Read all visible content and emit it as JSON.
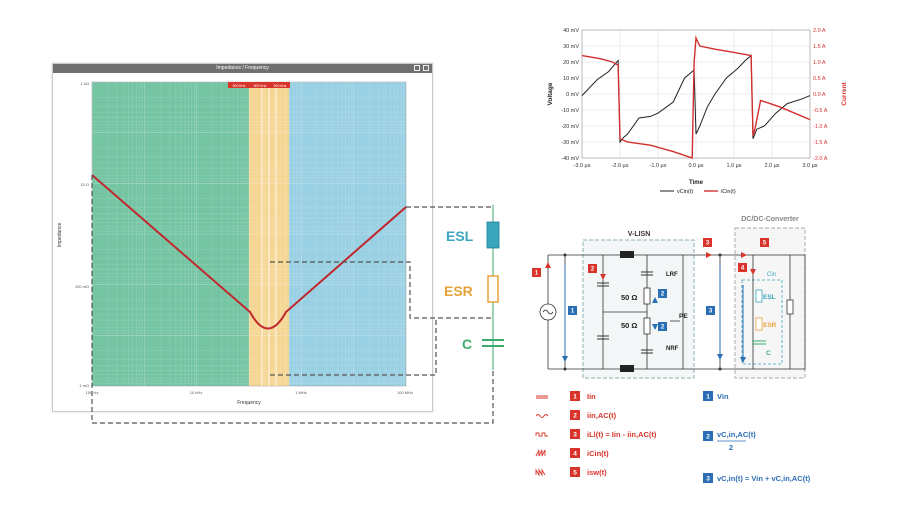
{
  "impedance_window": {
    "title": "Impedance / Frequency",
    "marker_labels": [
      "500 kHz",
      "500 kHz",
      "500 kHz"
    ],
    "y_label": "Impedance",
    "x_label": "Frequency",
    "y_ticks": [
      "1 kΩ",
      "10 Ω",
      "100 mΩ",
      "1 mΩ"
    ],
    "x_ticks": [
      "100 Hz",
      "10 kHz",
      "1 MHz",
      "100 MHz"
    ]
  },
  "component_labels": {
    "esl": "ESL",
    "esr": "ESR",
    "c": "C"
  },
  "chart_data": {
    "type": "line",
    "xlabel": "Time",
    "ylabel": "Voltage",
    "y2label": "Current",
    "xlim": [
      -3.0,
      3.0
    ],
    "ylim": [
      -40,
      40
    ],
    "y2lim": [
      -2.0,
      2.0
    ],
    "x_ticks": [
      "-3.0 µs",
      "-2.0 µs",
      "-1.0 µs",
      "0.0 µs",
      "1.0 µs",
      "2.0 µs",
      "3.0 µs"
    ],
    "y_ticks": [
      "40 mV",
      "30 mV",
      "20 mV",
      "10 mV",
      "0 mV",
      "-10 mV",
      "-20 mV",
      "-30 mV",
      "-40 mV"
    ],
    "y2_ticks": [
      "2.0 A",
      "1.5 A",
      "1.0 A",
      "0.5 A",
      "0.0 A",
      "-0.5 A",
      "-1.0 A",
      "-1.5 A",
      "-2.0 A"
    ],
    "grid": true,
    "legend_position": "bottom",
    "series": [
      {
        "name": "vCin(t)",
        "color": "#222222",
        "axis": "left",
        "x": [
          -3.0,
          -2.6,
          -2.3,
          -2.05,
          -2.0,
          -1.9,
          -1.8,
          -1.5,
          -1.2,
          -1.0,
          -0.6,
          -0.3,
          -0.05,
          0.0,
          0.1,
          0.3,
          0.5,
          0.8,
          1.1,
          1.3,
          1.45,
          1.5,
          1.6,
          1.8,
          2.1,
          2.4,
          2.8,
          3.0
        ],
        "values": [
          -1,
          9,
          14,
          21,
          -30,
          -27,
          -25,
          -15,
          -14,
          -12,
          -5,
          10,
          15,
          -25,
          -20,
          -8,
          0,
          10,
          16,
          21,
          24,
          -28,
          -22,
          -20,
          -12,
          -6,
          -3,
          -1
        ]
      },
      {
        "name": "iCin(t)",
        "color": "#d32f2f",
        "axis": "right",
        "x": [
          -3.0,
          -2.5,
          -2.2,
          -2.05,
          -2.0,
          -1.8,
          -1.2,
          -0.6,
          -0.1,
          -0.05,
          0.0,
          0.1,
          0.5,
          1.0,
          1.45,
          1.5,
          1.55,
          1.7,
          2.2,
          2.6,
          3.0
        ],
        "values": [
          1.2,
          1.1,
          1.0,
          0.9,
          -1.4,
          -1.5,
          -1.6,
          -1.8,
          -2.0,
          1.0,
          1.75,
          1.5,
          1.4,
          1.3,
          1.2,
          -1.3,
          -1.1,
          -0.2,
          -0.4,
          -0.6,
          -0.8
        ]
      }
    ]
  },
  "circuit": {
    "lisn_title": "V-LISN",
    "dcdc_title": "DC/DC-Converter",
    "r1": "50 Ω",
    "r2": "50 Ω",
    "lrf": "LRF",
    "nrf": "NRF",
    "pe": "PE",
    "cin": "Cin",
    "esl": "ESL",
    "esr": "ESR",
    "c": "C"
  },
  "legend": {
    "left": [
      {
        "num": "1",
        "text": "Iin"
      },
      {
        "num": "2",
        "text": "iin,AC(t)"
      },
      {
        "num": "3",
        "text": "iLl(t) = Iin - iin,AC(t)"
      },
      {
        "num": "4",
        "text": "iCin(t)"
      },
      {
        "num": "5",
        "text": "isw(t)"
      }
    ],
    "right": [
      {
        "num": "1",
        "text": "Vin"
      },
      {
        "num": "2",
        "text": "vC,in,AC(t)",
        "sub": "2"
      },
      {
        "num": "3",
        "text": "vC,in(t) = Vin + vC,in,AC(t)"
      }
    ]
  },
  "colors": {
    "marker_red": "#d9342b",
    "marker_blue": "#2a6eb5",
    "esl": "#3aa6bd",
    "esr": "#e8a33b",
    "c": "#3dac6b"
  }
}
